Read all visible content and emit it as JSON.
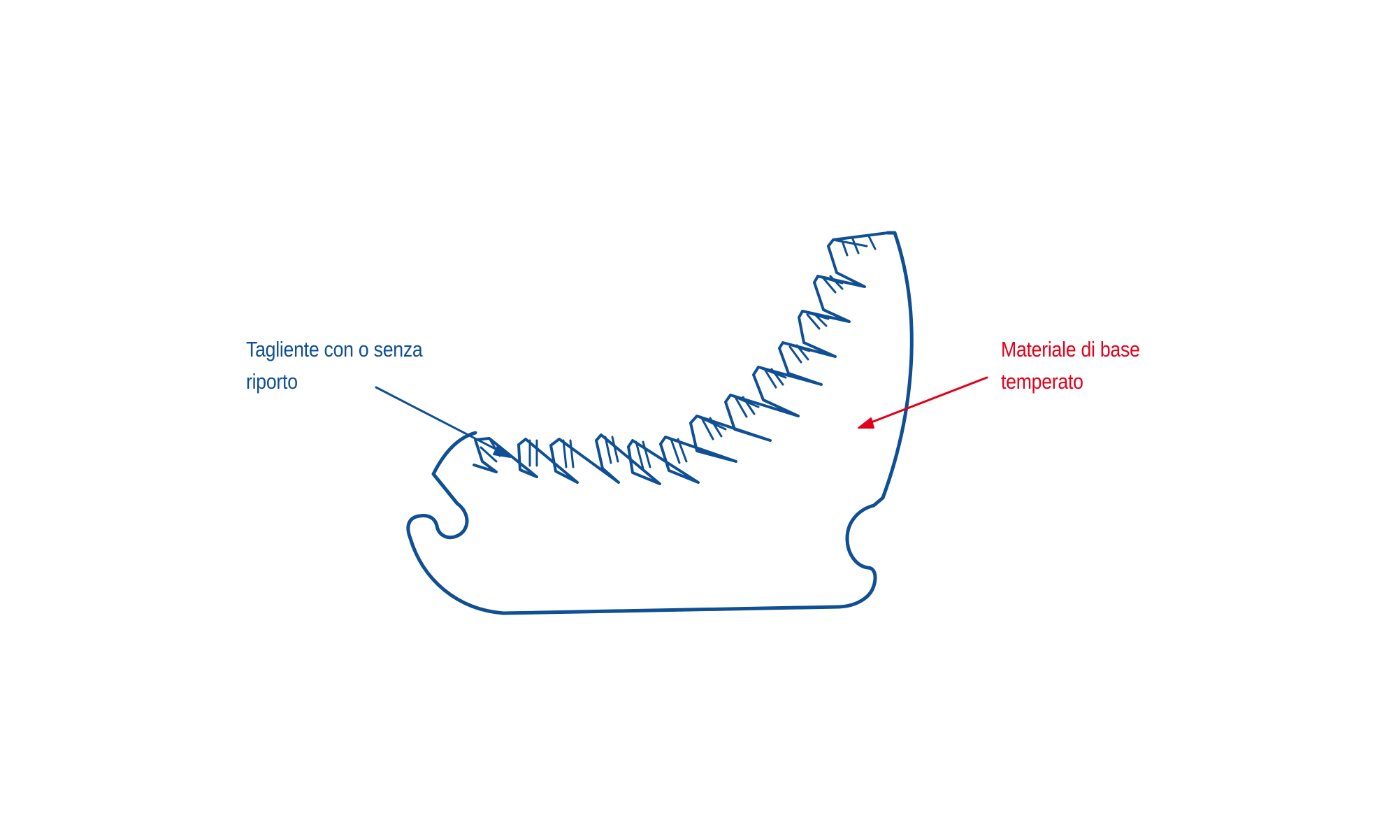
{
  "colors": {
    "outline": "#0f4f93",
    "accent": "#e2001a",
    "background": "#ffffff"
  },
  "labels": {
    "cutting_edge": {
      "line1": "Tagliente con o senza",
      "line2": "riporto"
    },
    "base_material": {
      "line1": "Materiale di base",
      "line2": "temperato"
    }
  }
}
